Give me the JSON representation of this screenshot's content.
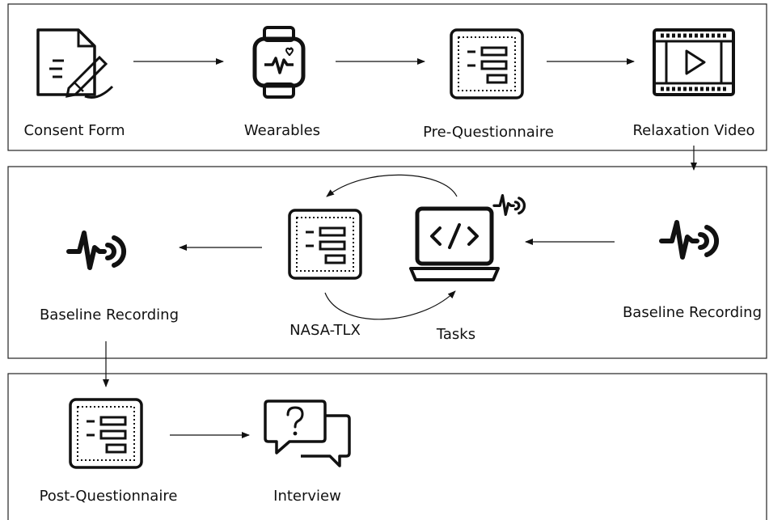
{
  "stage1": {
    "consent_label": "Consent Form",
    "wearables_label": "Wearables",
    "prequestionnaire_label": "Pre-Questionnaire",
    "relaxation_label": "Relaxation Video"
  },
  "stage2": {
    "baseline_right_label": "Baseline Recording",
    "tasks_label": "Tasks",
    "nasa_label": "NASA-TLX",
    "baseline_left_label": "Baseline Recording"
  },
  "stage3": {
    "postquestionnaire_label": "Post-Questionnaire",
    "interview_label": "Interview"
  },
  "colors": {
    "line": "#111111",
    "background": "#ffffff"
  },
  "icons": [
    "document-signature-icon",
    "smartwatch-icon",
    "questionnaire-icon",
    "film-play-icon",
    "biosignal-icon",
    "laptop-code-icon",
    "speech-bubbles-question-icon"
  ]
}
